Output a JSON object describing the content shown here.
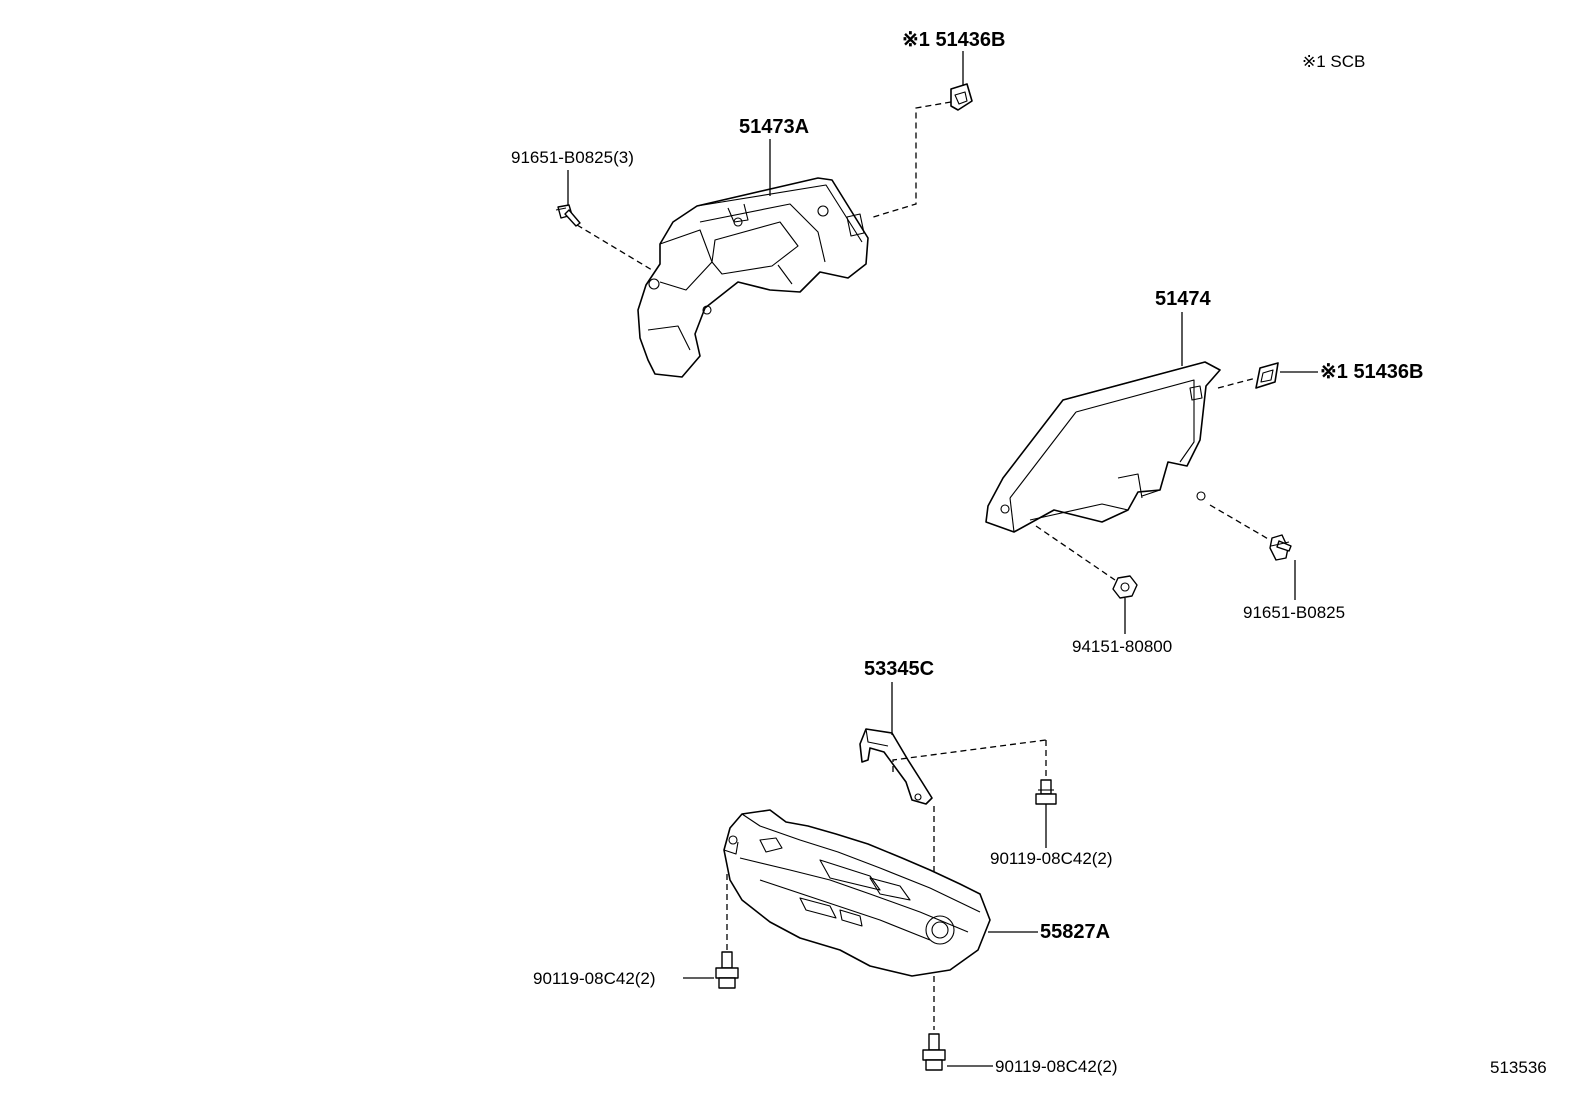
{
  "note": "※1 SCB",
  "diagram_id": "513536",
  "labels": {
    "p51436b_top": "※1 51436B",
    "p51473a": "51473A",
    "p91651_b0825_3": "91651-B0825(3)",
    "p51474": "51474",
    "p51436b_right": "※1 51436B",
    "p94151_80800": "94151-80800",
    "p91651_b0825": "91651-B0825",
    "p53345c": "53345C",
    "p90119_right": "90119-08C42(2)",
    "p55827a": "55827A",
    "p90119_left": "90119-08C42(2)",
    "p90119_bottom": "90119-08C42(2)"
  }
}
